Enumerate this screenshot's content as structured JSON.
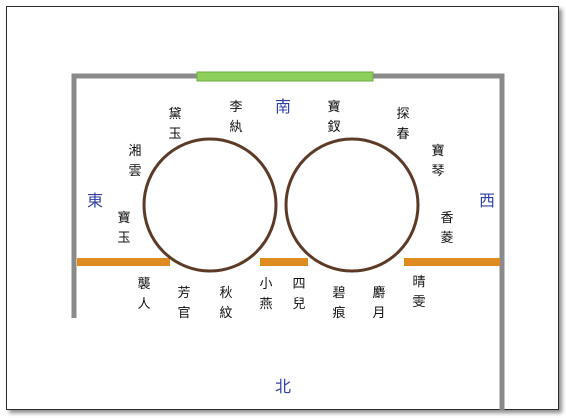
{
  "directions": {
    "north_top": "南",
    "east": "東",
    "west": "西",
    "south_bottom": "北"
  },
  "seats": [
    {
      "id": "daiyu",
      "chars": [
        "黛",
        "玉"
      ]
    },
    {
      "id": "liwan",
      "chars": [
        "李",
        "紈"
      ]
    },
    {
      "id": "baochai",
      "chars": [
        "寶",
        "釵"
      ]
    },
    {
      "id": "tanchun",
      "chars": [
        "探",
        "春"
      ]
    },
    {
      "id": "xiangyun",
      "chars": [
        "湘",
        "雲"
      ]
    },
    {
      "id": "baoqin",
      "chars": [
        "寶",
        "琴"
      ]
    },
    {
      "id": "baoyu",
      "chars": [
        "寶",
        "玉"
      ]
    },
    {
      "id": "xiangling",
      "chars": [
        "香",
        "菱"
      ]
    },
    {
      "id": "xiren",
      "chars": [
        "襲",
        "人"
      ]
    },
    {
      "id": "fangguan",
      "chars": [
        "芳",
        "官"
      ]
    },
    {
      "id": "qiuwen",
      "chars": [
        "秋",
        "紋"
      ]
    },
    {
      "id": "xiaoyan",
      "chars": [
        "小",
        "燕"
      ]
    },
    {
      "id": "sier",
      "chars": [
        "四",
        "兒"
      ]
    },
    {
      "id": "bihen",
      "chars": [
        "碧",
        "痕"
      ]
    },
    {
      "id": "sheyue",
      "chars": [
        "麝",
        "月"
      ]
    },
    {
      "id": "qingwen",
      "chars": [
        "晴",
        "雯"
      ]
    }
  ],
  "colors": {
    "wall": "#8a8a8a",
    "top_bar": "#8ccf5a",
    "benches": "#de8c22",
    "tables": "#5c3a26",
    "direction_text": "#2f3fa8"
  }
}
